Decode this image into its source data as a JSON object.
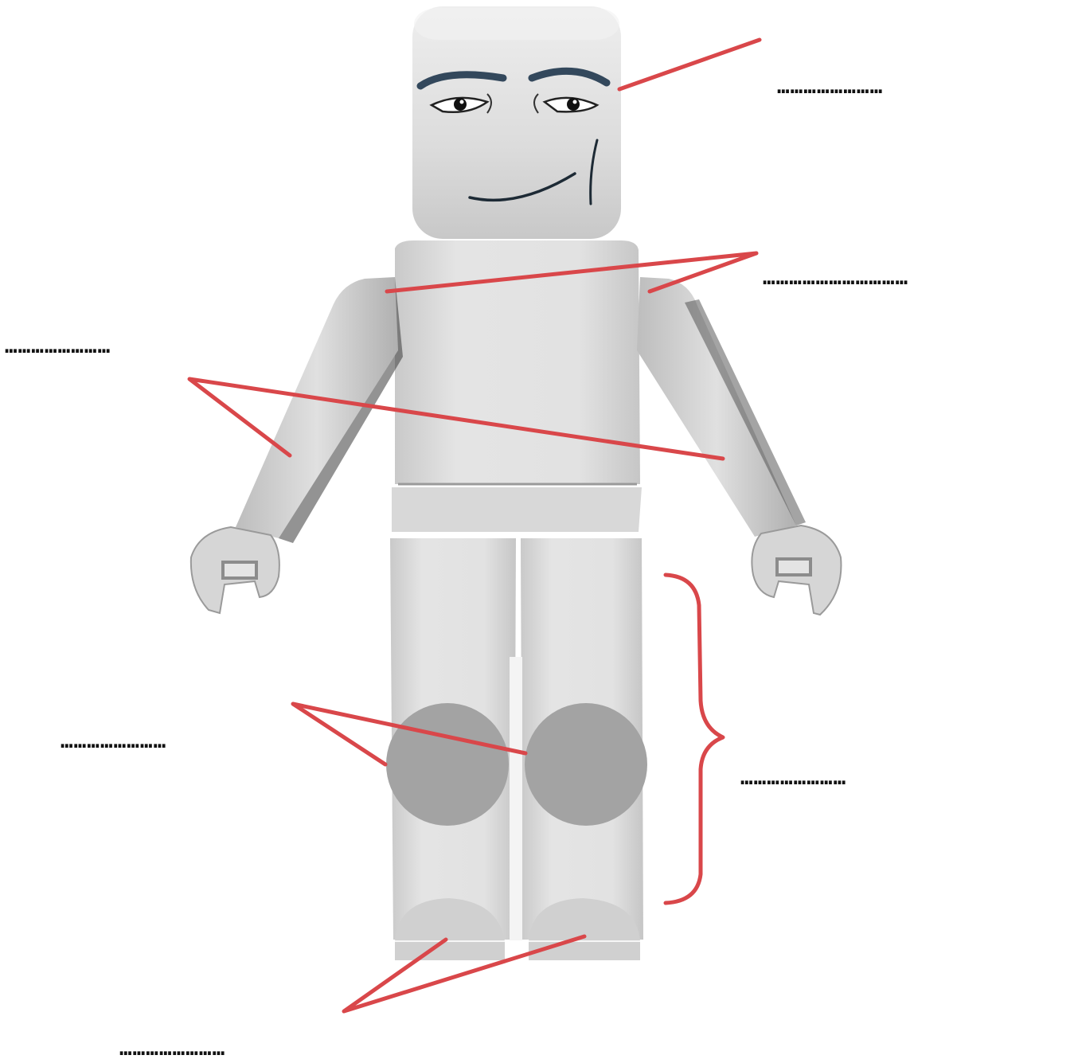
{
  "diagram": {
    "labels": [
      {
        "id": "head",
        "text": "……………………"
      },
      {
        "id": "shoulders",
        "text": "……………………………"
      },
      {
        "id": "arms",
        "text": "……………………"
      },
      {
        "id": "knees",
        "text": "……………………"
      },
      {
        "id": "legs",
        "text": "……………………"
      },
      {
        "id": "feet",
        "text": "……………………"
      }
    ],
    "colors": {
      "pointer": "#d9474a",
      "body": "#dedede",
      "body_shadow": "#a9a9a9",
      "knee": "#a3a3a3",
      "eyebrow": "#33485c"
    },
    "icons": [
      "figure-head",
      "figure-torso",
      "figure-arm",
      "figure-hand",
      "figure-leg",
      "figure-foot",
      "knee-circle"
    ]
  }
}
